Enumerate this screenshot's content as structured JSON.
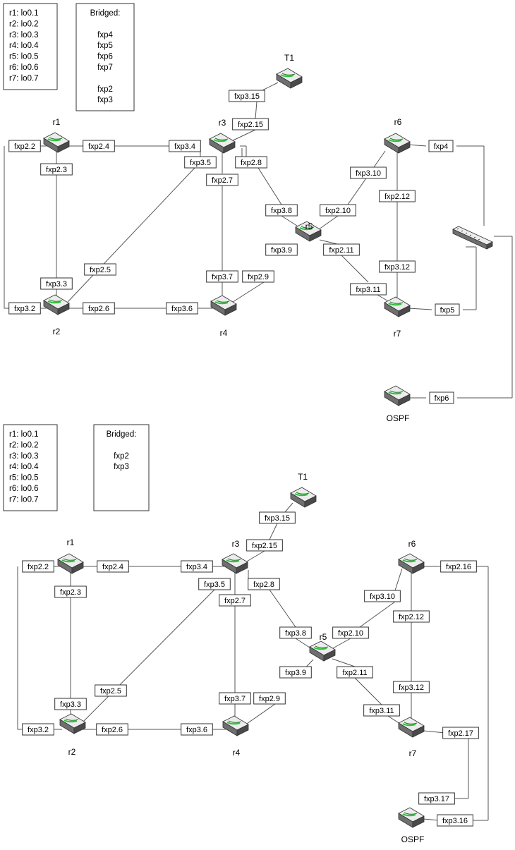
{
  "diagrams": [
    {
      "id": "top",
      "loopback_legend": [
        "r1: lo0.1",
        "r2: lo0.2",
        "r3: lo0.3",
        "r4: lo0.4",
        "r5: lo0.5",
        "r6: lo0.6",
        "r7: lo0.7"
      ],
      "bridged_legend": [
        "Bridged:",
        "",
        "fxp4",
        "fxp5",
        "fxp6",
        "fxp7",
        "",
        "fxp2",
        "fxp3"
      ],
      "routers": [
        {
          "id": "r1",
          "label": "r1"
        },
        {
          "id": "r2",
          "label": "r2"
        },
        {
          "id": "r3",
          "label": "r3"
        },
        {
          "id": "r4",
          "label": "r4"
        },
        {
          "id": "r5",
          "label": "r5"
        },
        {
          "id": "r6",
          "label": "r6"
        },
        {
          "id": "r7",
          "label": "r7"
        },
        {
          "id": "t1",
          "label": "T1"
        },
        {
          "id": "ospf",
          "label": "OSPF"
        }
      ],
      "switch": {
        "icon": "switch-icon"
      },
      "interfaces": [
        "fxp3.15",
        "fxp2.15",
        "fxp2.2",
        "fxp2.4",
        "fxp3.4",
        "fxp2.3",
        "fxp3.5",
        "fxp2.8",
        "fxp2.7",
        "fxp3.8",
        "fxp2.10",
        "fxp3.10",
        "fxp4",
        "fxp2.12",
        "fxp3.9",
        "fxp2.11",
        "fxp2.5",
        "fxp3.3",
        "fxp3.7",
        "fxp2.9",
        "fxp3.12",
        "fxp3.11",
        "fxp3.2",
        "fxp2.6",
        "fxp3.6",
        "fxp5",
        "fxp6"
      ]
    },
    {
      "id": "bottom",
      "loopback_legend": [
        "r1: lo0.1",
        "r2: lo0.2",
        "r3: lo0.3",
        "r4: lo0.4",
        "r5: lo0.5",
        "r6: lo0.6",
        "r7: lo0.7"
      ],
      "bridged_legend": [
        "Bridged:",
        "",
        "fxp2",
        "fxp3"
      ],
      "routers": [
        {
          "id": "r1",
          "label": "r1"
        },
        {
          "id": "r2",
          "label": "r2"
        },
        {
          "id": "r3",
          "label": "r3"
        },
        {
          "id": "r4",
          "label": "r4"
        },
        {
          "id": "r5",
          "label": "r5"
        },
        {
          "id": "r6",
          "label": "r6"
        },
        {
          "id": "r7",
          "label": "r7"
        },
        {
          "id": "t1",
          "label": "T1"
        },
        {
          "id": "ospf",
          "label": "OSPF"
        }
      ],
      "interfaces": [
        "fxp3.15",
        "fxp2.15",
        "fxp2.2",
        "fxp2.4",
        "fxp3.4",
        "fxp2.3",
        "fxp3.5",
        "fxp2.8",
        "fxp2.7",
        "fxp2.16",
        "fxp3.10",
        "fxp2.12",
        "fxp3.8",
        "fxp2.10",
        "fxp3.9",
        "fxp2.11",
        "fxp2.5",
        "fxp3.3",
        "fxp3.7",
        "fxp2.9",
        "fxp3.12",
        "fxp3.11",
        "fxp3.2",
        "fxp2.6",
        "fxp3.6",
        "fxp2.17",
        "fxp3.17",
        "fxp3.16"
      ]
    }
  ],
  "colors": {
    "line": "#555555",
    "box_border": "#333333",
    "router_body": "#9a9a9a",
    "router_top": "#e9e9e9",
    "router_accent": "#2fbf3a"
  }
}
